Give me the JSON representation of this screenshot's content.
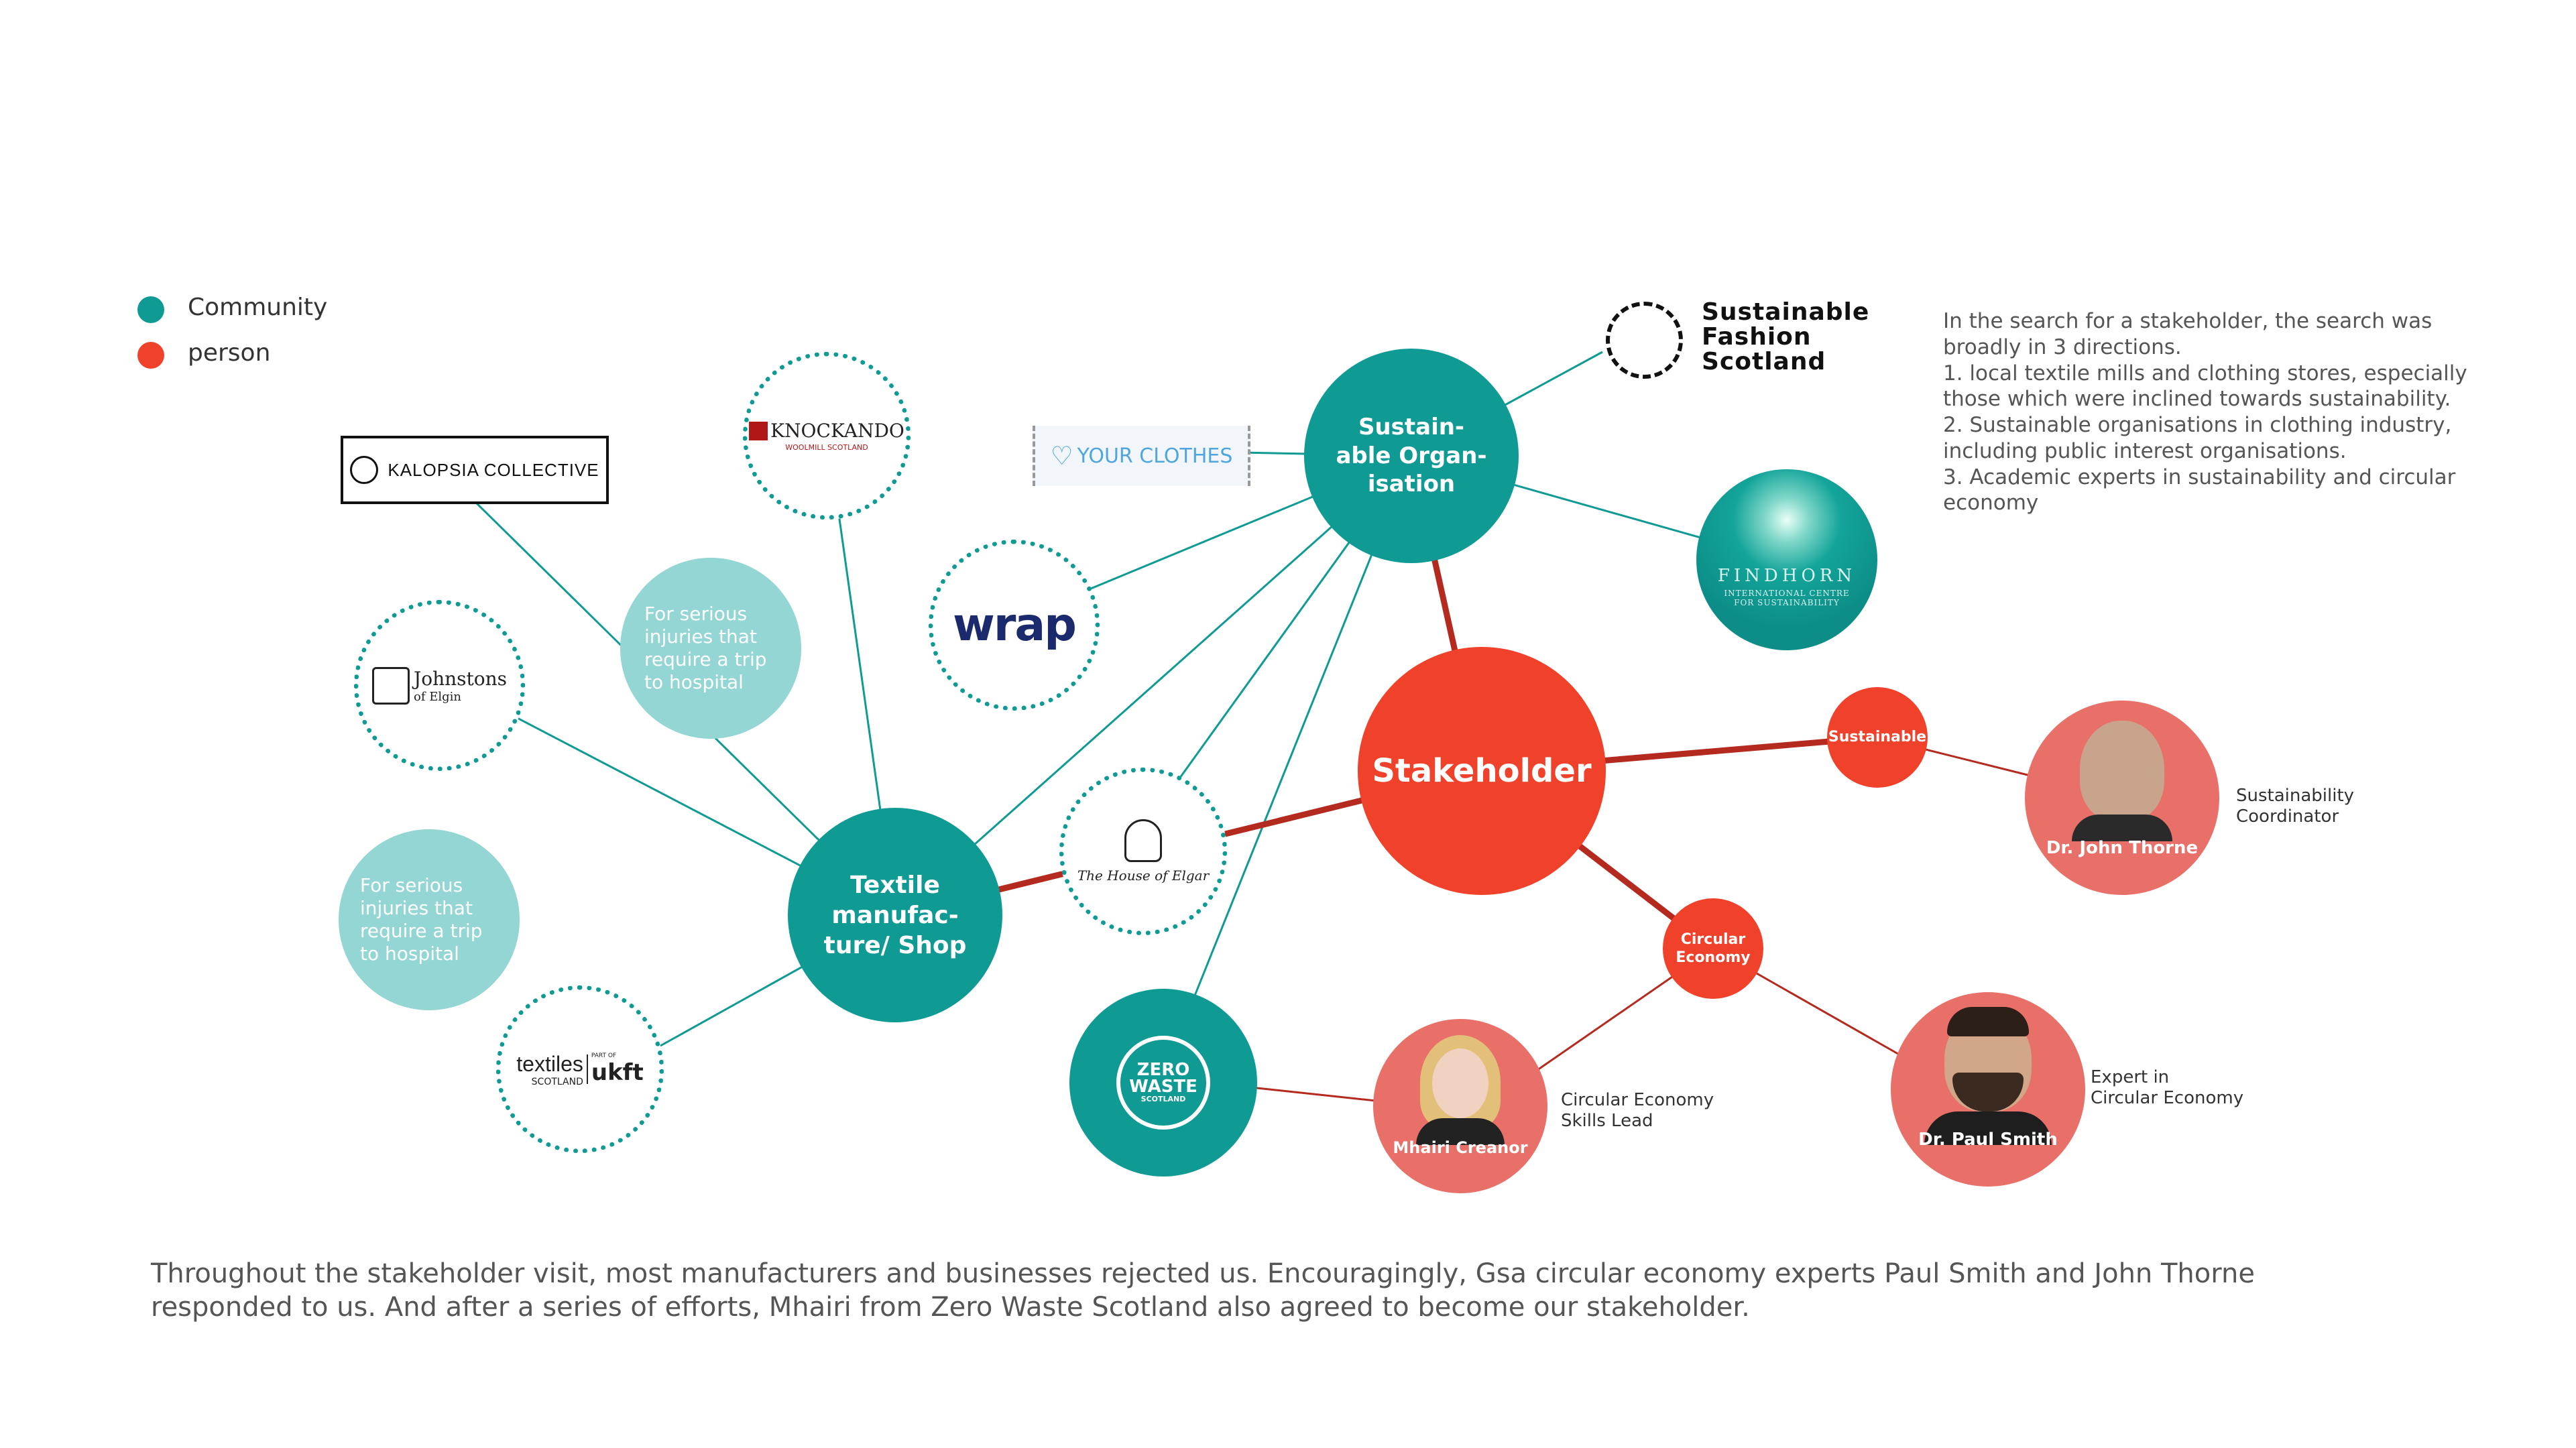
{
  "legend": [
    {
      "label": "Community",
      "color": "#0f9a94"
    },
    {
      "label": "person",
      "color": "#f0412b"
    }
  ],
  "nodes": {
    "stakeholder": "Stakeholder",
    "sustainable_org": "Sustain-\nable Organ-\nisation",
    "textile": "Textile\nmanufac-\nture/ Shop",
    "sustainable": "Sustainable",
    "circular_economy": "Circular\nEconomy",
    "injury_1": "For serious\ninjuries that\nrequire a trip\nto hospital",
    "injury_2": "For serious\ninjuries that\nrequire a trip\nto hospital"
  },
  "logos": {
    "sfs": "Sustainable\nFashion\nScotland",
    "kalopsia": "KALOPSIA COLLECTIVE",
    "knockando": "KNOCKANDO",
    "knockando_sub": "WOOLMILL SCOTLAND",
    "your_clothes": "YOUR CLOTHES",
    "wrap": "wrap",
    "johnstons": "Johnstons",
    "johnstons_sub": "of Elgin",
    "findhorn": "FINDHORN",
    "findhorn_sub": "INTERNATIONAL CENTRE\nFOR SUSTAINABILITY",
    "house_of_elgar": "The House of Elgar",
    "textiles_scotland": "textiles",
    "textiles_scotland_sub": "SCOTLAND",
    "ukft_part": "PART OF",
    "ukft": "ukft",
    "zero_waste": "ZERO\nWASTE",
    "zero_waste_sub": "SCOTLAND"
  },
  "people": [
    {
      "name": "Dr. John Thorne",
      "role": "Sustainability\nCoordinator"
    },
    {
      "name": "Mhairi Creanor",
      "role": "Circular Economy\nSkills Lead"
    },
    {
      "name": "Dr. Paul Smith",
      "role": "Expert in\nCircular Economy"
    }
  ],
  "side_note": "In the search for a stakeholder, the search was\nbroadly in 3 directions.\n1. local textile mills and clothing stores, especially\nthose which were inclined towards sustainability.\n2. Sustainable organisations in clothing industry,\nincluding public interest organisations.\n3. Academic experts in sustainability and circular\neconomy",
  "footer": "Throughout the stakeholder visit, most manufacturers and businesses rejected us. Encouragingly, Gsa circular economy experts Paul Smith and John Thorne\nresponded to us. And after a series of efforts, Mhairi from Zero Waste Scotland also agreed to become our stakeholder.",
  "colors": {
    "teal": "#0f9a94",
    "red": "#f0412b",
    "pink": "#e87068",
    "light_teal": "#93d6d3",
    "dark_red_line": "#b52a1e"
  }
}
